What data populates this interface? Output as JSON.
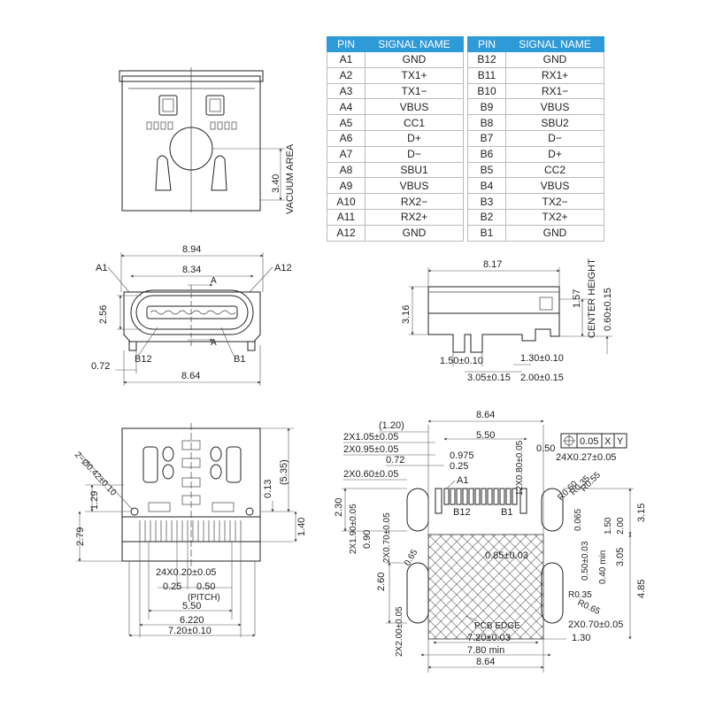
{
  "pin_table": {
    "headers": {
      "pin": "PIN",
      "signal": "SIGNAL NAME"
    },
    "side_a": [
      {
        "pin": "A1",
        "signal": "GND"
      },
      {
        "pin": "A2",
        "signal": "TX1+"
      },
      {
        "pin": "A3",
        "signal": "TX1−"
      },
      {
        "pin": "A4",
        "signal": "VBUS"
      },
      {
        "pin": "A5",
        "signal": "CC1"
      },
      {
        "pin": "A6",
        "signal": "D+"
      },
      {
        "pin": "A7",
        "signal": "D−"
      },
      {
        "pin": "A8",
        "signal": "SBU1"
      },
      {
        "pin": "A9",
        "signal": "VBUS"
      },
      {
        "pin": "A10",
        "signal": "RX2−"
      },
      {
        "pin": "A11",
        "signal": "RX2+"
      },
      {
        "pin": "A12",
        "signal": "GND"
      }
    ],
    "side_b": [
      {
        "pin": "B12",
        "signal": "GND"
      },
      {
        "pin": "B11",
        "signal": "RX1+"
      },
      {
        "pin": "B10",
        "signal": "RX1−"
      },
      {
        "pin": "B9",
        "signal": "VBUS"
      },
      {
        "pin": "B8",
        "signal": "SBU2"
      },
      {
        "pin": "B7",
        "signal": "D−"
      },
      {
        "pin": "B6",
        "signal": "D+"
      },
      {
        "pin": "B5",
        "signal": "CC2"
      },
      {
        "pin": "B4",
        "signal": "VBUS"
      },
      {
        "pin": "B3",
        "signal": "TX2−"
      },
      {
        "pin": "B2",
        "signal": "TX2+"
      },
      {
        "pin": "B1",
        "signal": "GND"
      }
    ]
  },
  "colors": {
    "table_header": "#2f9ad8",
    "line": "#222222"
  },
  "top_view": {
    "vacuum_label": "VACUUM AREA",
    "vacuum_dim": "3.40"
  },
  "front_view": {
    "label_a1": "A1",
    "label_a12": "A12",
    "label_b12": "B12",
    "label_b1": "B1",
    "section_a": "A",
    "width_894": "8.94",
    "width_834": "8.34",
    "height_256": "2.56",
    "offset_072": "0.72",
    "width_864": "8.64"
  },
  "side_view": {
    "length": "8.17",
    "height": "3.16",
    "center_height": "1.57",
    "center_label": "CENTER HEIGHT",
    "offset": "0.60±0.15",
    "d1": "1.50±0.10",
    "d2": "1.30±0.10",
    "d3": "3.05±0.15",
    "d4": "2.00±0.15"
  },
  "bottom_view": {
    "hole": "2−Ø0.42±0.10",
    "h129": "1.29",
    "h279": "2.79",
    "h013": "0.13",
    "h535": "(5.35)",
    "h140": "1.40",
    "pins": "24X0.20±0.05",
    "p025": "0.25",
    "p050": "0.50",
    "pitch": "(PITCH)",
    "w550": "5.50",
    "w6220": "6.220",
    "w720": "7.20±0.10"
  },
  "footprint": {
    "w864_top": "8.64",
    "d120": "(1.20)",
    "d105": "2X1.05±0.05",
    "w550": "5.50",
    "d095": "2X0.95±0.05",
    "d0975": "0.975",
    "d072": "0.72",
    "d025": "0.25",
    "d060": "2X0.60±0.05",
    "a1": "A1",
    "b12": "B12",
    "b1": "B1",
    "d12x080": "12X0.80±0.05",
    "d050": "0.50",
    "tol_box": [
      "0.05",
      "X",
      "Y"
    ],
    "d24x027": "24X0.27±0.05",
    "r060": "R0.60",
    "r035a": "R0.35",
    "r055": "R0.55",
    "d230": "2.30",
    "d190": "2X1.90±0.05",
    "d070": "2X0.70±0.05",
    "d090": "0.90",
    "d065": "0.65",
    "d0065": "0.065",
    "d150": "1.50",
    "d200": "2.00",
    "d315": "3.15",
    "d085": "0.85±0.03",
    "d050b": "0.50±0.03",
    "d040": "0.40 min",
    "d305": "3.05",
    "d485": "4.85",
    "d260": "2.60",
    "d2x200": "2X2.00±0.05",
    "r035b": "R0.35",
    "r065": "R0.65",
    "d2x070b": "2X0.70±0.05",
    "pcb_edge": "PCB EDGE",
    "w720": "7.20±0.03",
    "d130": "1.30",
    "w780": "7.80 min",
    "w864_bot": "8.64"
  }
}
